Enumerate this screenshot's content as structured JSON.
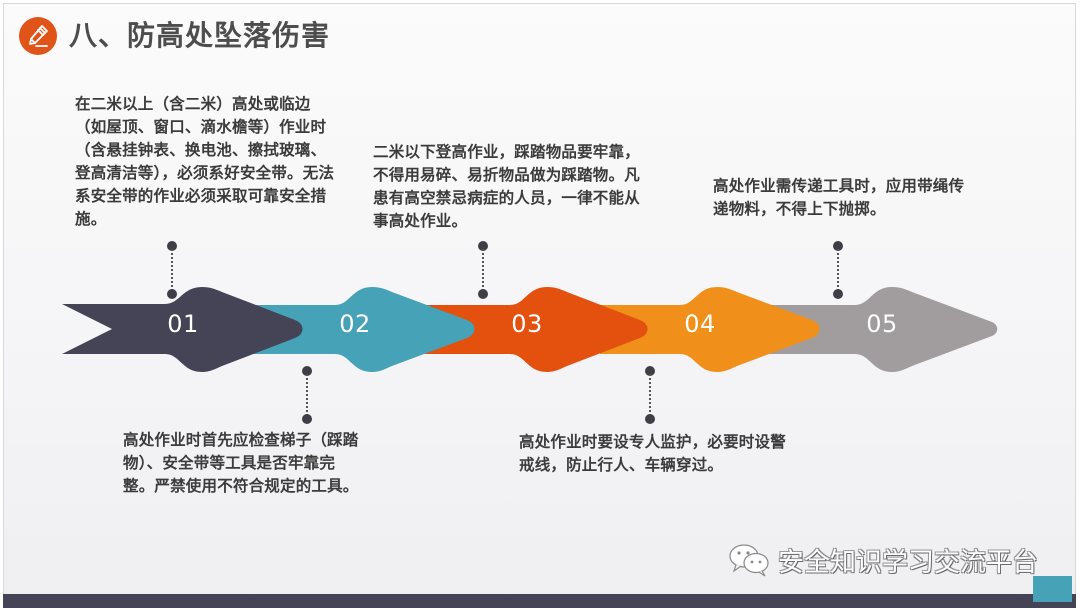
{
  "header": {
    "title": "八、防高处坠落伤害",
    "icon": "pencil-icon",
    "icon_color": "#e0541a"
  },
  "steps": [
    {
      "number": "01",
      "color": "#454356",
      "position": "top",
      "text": "在二米以上（含二米）高处或临边（如屋顶、窗口、滴水檐等）作业时（含悬挂钟表、换电池、擦拭玻璃、登高清洁等），必须系好安全带。无法系安全带的作业必须采取可靠安全措施。"
    },
    {
      "number": "02",
      "color": "#45a2b7",
      "position": "bottom",
      "text": "高处作业时首先应检查梯子（踩踏物）、安全带等工具是否牢靠完整。严禁使用不符合规定的工具。"
    },
    {
      "number": "03",
      "color": "#e4500e",
      "position": "top",
      "text": "二米以下登高作业，踩踏物品要牢靠，不得用易碎、易折物品做为踩踏物。凡患有高空禁忌病症的人员，一律不能从事高处作业。"
    },
    {
      "number": "04",
      "color": "#f0901a",
      "position": "bottom",
      "text": "高处作业时要设专人监护，必要时设警戒线，防止行人、车辆穿过。"
    },
    {
      "number": "05",
      "color": "#a19c9e",
      "position": "top",
      "text": "高处作业需传递工具时，应用带绳传递物料，不得上下抛掷。"
    }
  ],
  "watermark": {
    "icon": "wechat-icon",
    "text": "安全知识学习交流平台"
  },
  "footer": {
    "bar_color": "#454356",
    "accent_color": "#45a2b7"
  }
}
